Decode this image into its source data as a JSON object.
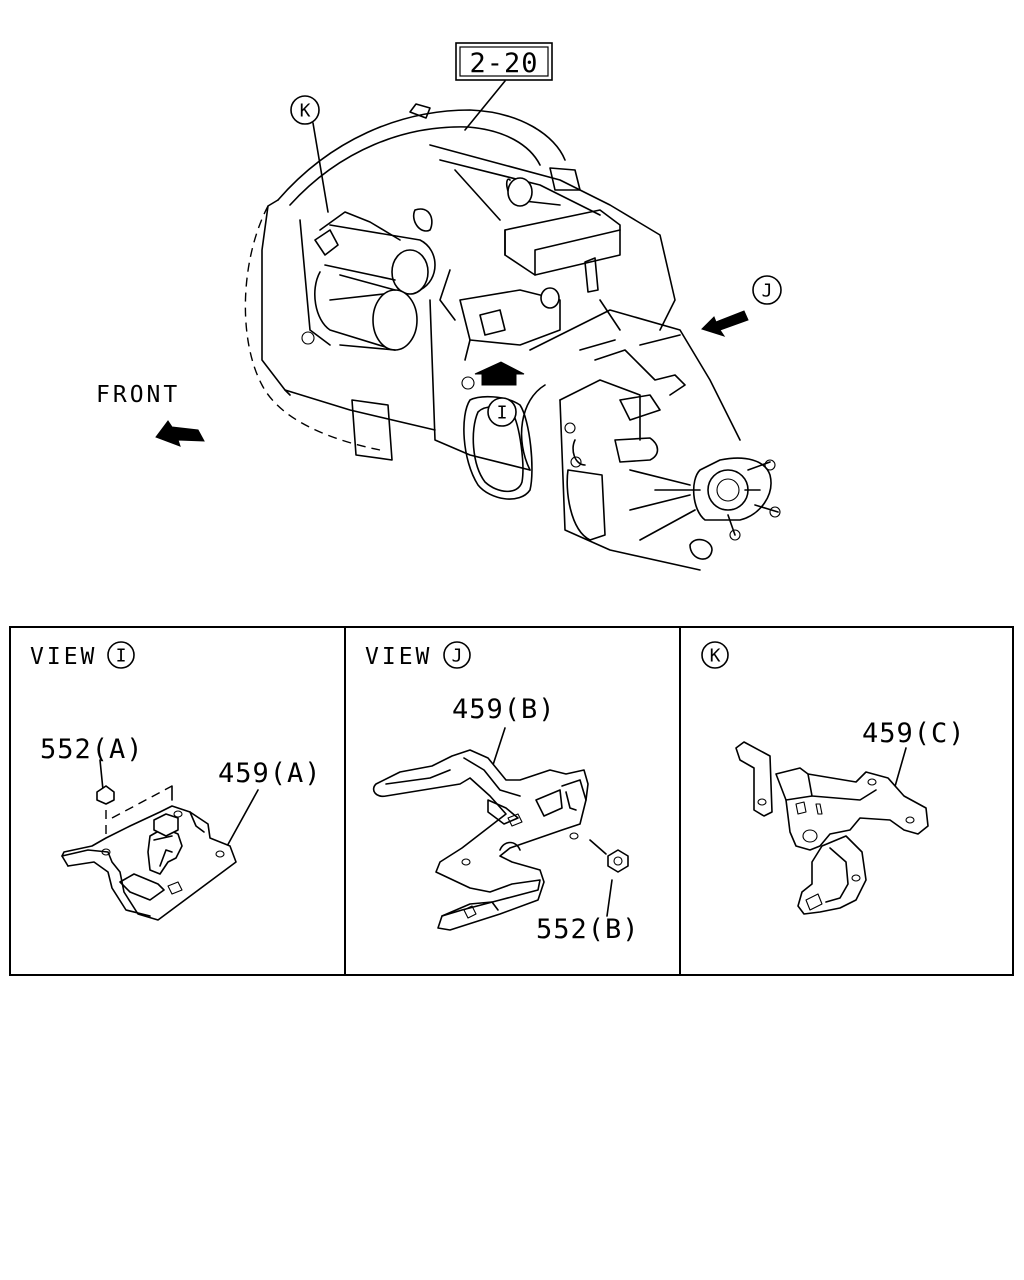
{
  "main_diagram": {
    "ref_box": "2-20",
    "front_label": "FRONT",
    "callouts": {
      "k": "K",
      "j": "J",
      "i": "I"
    }
  },
  "panels": [
    {
      "view_word": "VIEW",
      "view_letter": "I",
      "parts": [
        "552(A)",
        "459(A)"
      ]
    },
    {
      "view_word": "VIEW",
      "view_letter": "J",
      "parts": [
        "459(B)",
        "552(B)"
      ]
    },
    {
      "view_word": "",
      "view_letter": "K",
      "parts": [
        "459(C)"
      ]
    }
  ]
}
